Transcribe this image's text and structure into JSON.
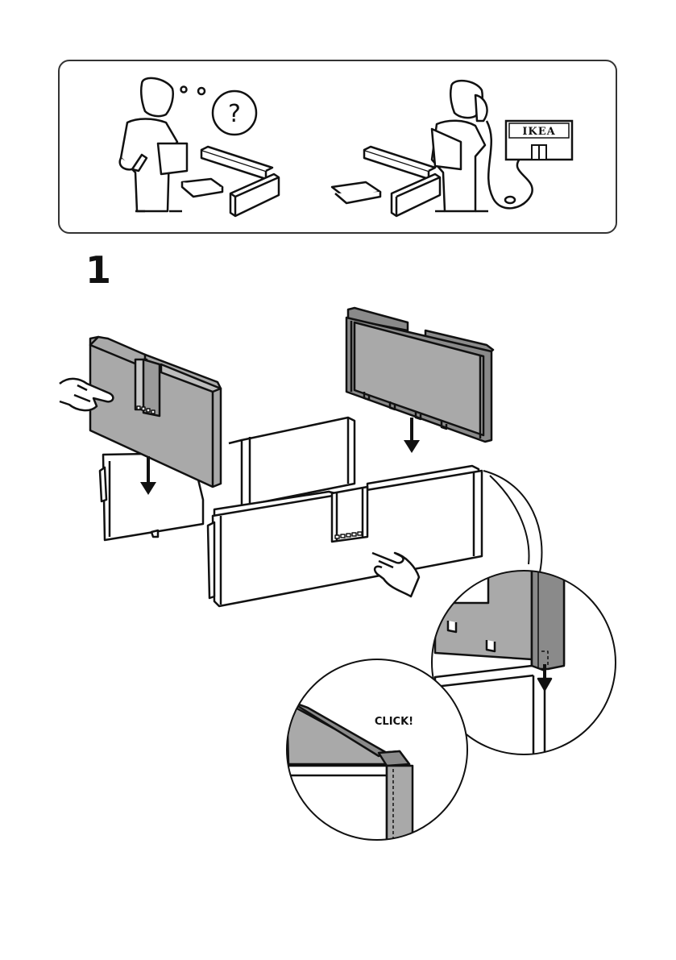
{
  "help_panel": {
    "store_sign": "IKEA",
    "question_mark": "?"
  },
  "step": {
    "number": "1",
    "sound_label": "CLICK!"
  },
  "colors": {
    "panel_gray": "#a9a9a9",
    "panel_dark_gray": "#8a8a8a",
    "line": "#111111"
  }
}
